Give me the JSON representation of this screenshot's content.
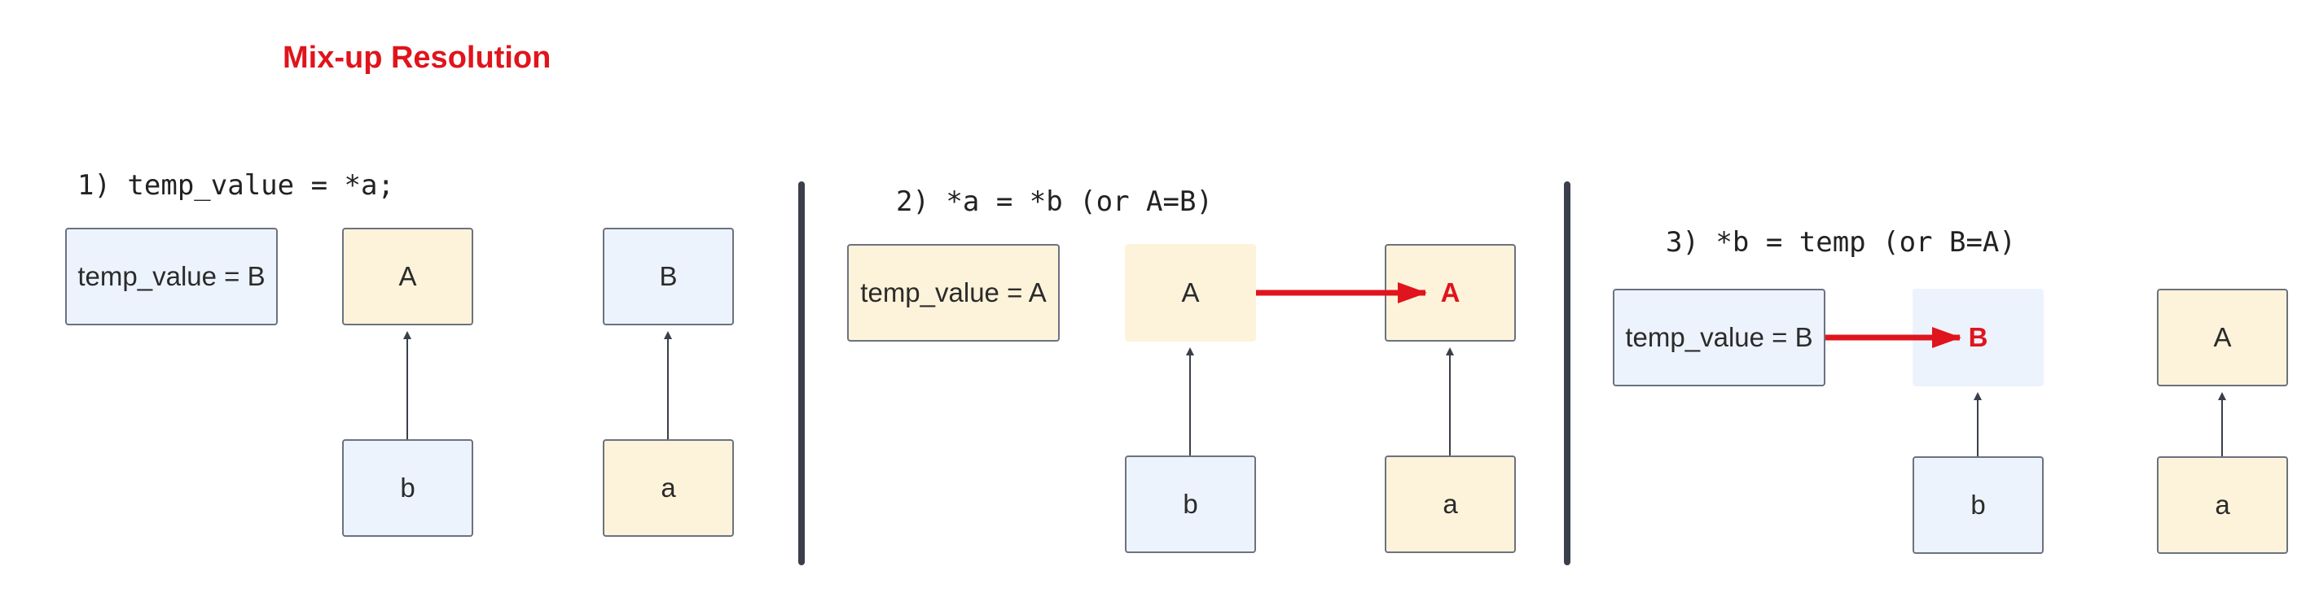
{
  "title": "Mix-up Resolution",
  "panel1": {
    "heading": "1) temp_value = *a;",
    "temp": "temp_value = B",
    "top_left": "A",
    "top_right": "B",
    "bottom_left": "b",
    "bottom_right": "a"
  },
  "panel2": {
    "heading": "2) *a = *b (or A=B)",
    "temp": "temp_value = A",
    "top_left": "A",
    "top_right": "A",
    "bottom_left": "b",
    "bottom_right": "a"
  },
  "panel3": {
    "heading": "3) *b = temp (or B=A)",
    "temp": "temp_value = B",
    "top_left": "B",
    "top_right": "A",
    "bottom_left": "b",
    "bottom_right": "a"
  },
  "colors": {
    "accent_red": "#e0141c",
    "box_blue": "#edf3fc",
    "box_yellow": "#fdf3da",
    "border": "#6b7280",
    "divider": "#3a3f4b"
  }
}
